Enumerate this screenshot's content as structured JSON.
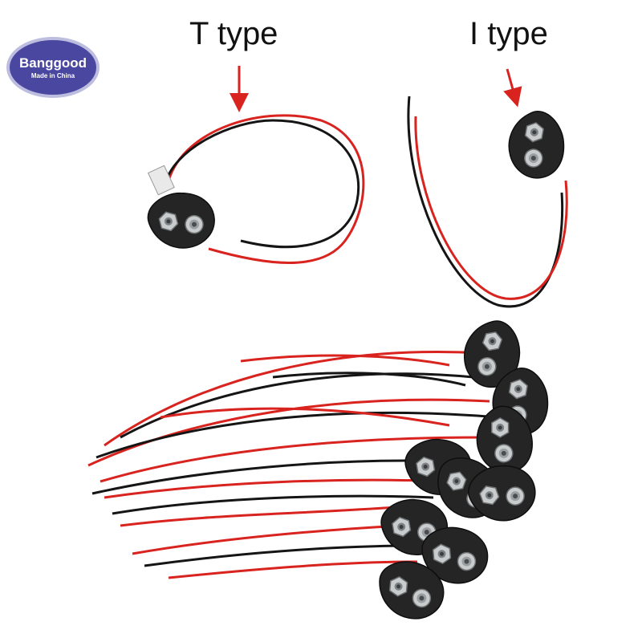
{
  "labels": {
    "t_type": "T type",
    "i_type": "I type"
  },
  "logo": {
    "brand": "Banggood",
    "tagline": "Made in China"
  },
  "colors": {
    "wire_red": "#d8231f",
    "wire_black": "#151515",
    "clip_body": "#222222",
    "terminal": "#bfc2c4",
    "arrow": "#d8231f",
    "logo_fill": "#4a47a0",
    "logo_ring": "#bdbde0"
  }
}
